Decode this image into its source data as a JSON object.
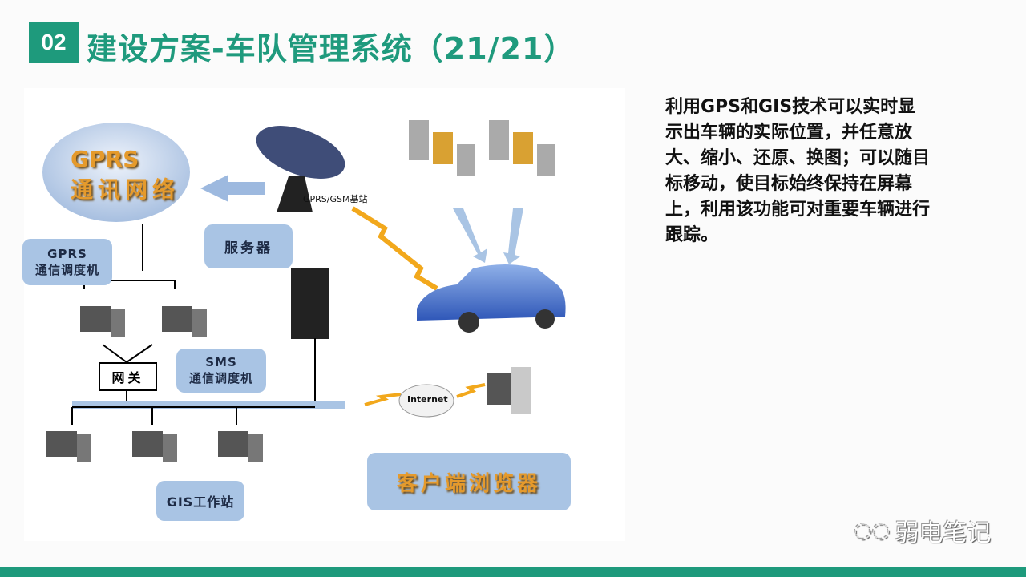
{
  "header": {
    "section_number": "02",
    "title": "建设方案-车队管理系统（21/21）"
  },
  "diagram": {
    "gprs_network": [
      "GPRS",
      "通讯网络"
    ],
    "base_station": "GPRS/GSM基站",
    "server": "服务器",
    "gprs_dispatcher": [
      "GPRS",
      "通信调度机"
    ],
    "gateway": "网关",
    "sms_dispatcher": [
      "SMS",
      "通信调度机"
    ],
    "gis_station": "GIS工作站",
    "internet": "Internet",
    "client_browser": "客户端浏览器"
  },
  "description": "利用GPS和GIS技术可以实时显示出车辆的实际位置，并任意放大、缩小、还原、换图；可以随目标移动，使目标始终保持在屏幕上，利用该功能可对重要车辆进行跟踪。",
  "watermark": "弱电笔记",
  "colors": {
    "accent": "#1e9a7c",
    "bubble": "#a9c4e4"
  }
}
